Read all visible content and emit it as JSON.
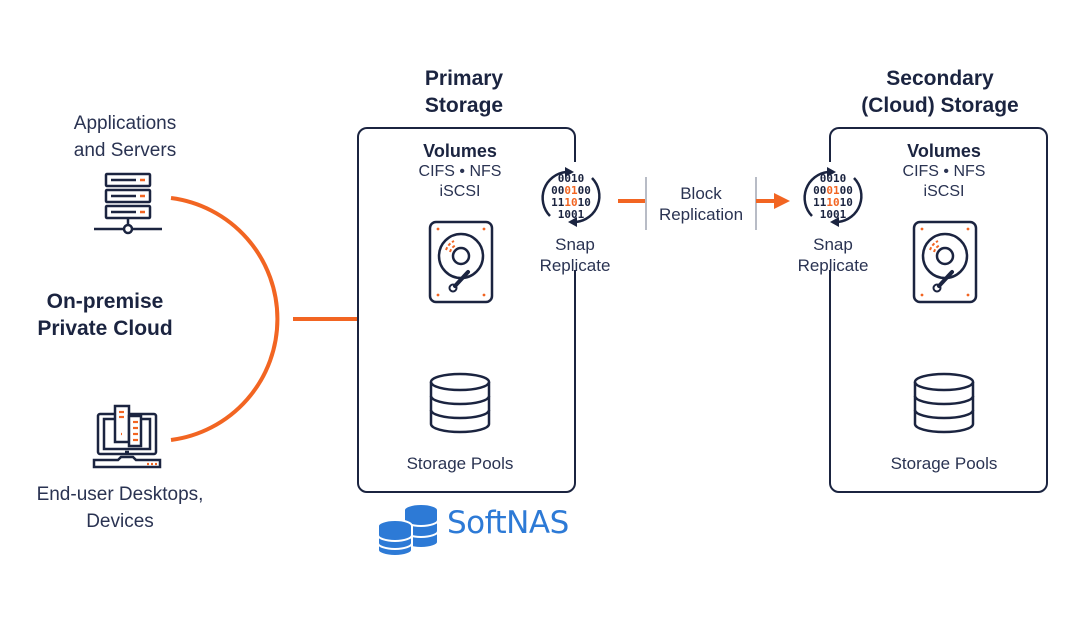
{
  "colors": {
    "navy": "#1b2440",
    "orange": "#f26522",
    "grey_divider": "#b8bcc6",
    "brand_blue": "#2d7ad6"
  },
  "left": {
    "servers": {
      "label_line1": "Applications",
      "label_line2": "and Servers",
      "icon": "server-rack-icon"
    },
    "cloud": {
      "line1": "On-premise",
      "line2": "Private Cloud"
    },
    "desktops": {
      "label_line1": "End-user Desktops,",
      "label_line2": "Devices",
      "icon": "desktop-devices-icon"
    }
  },
  "primary": {
    "title_line1": "Primary",
    "title_line2": "Storage",
    "volumes_title": "Volumes",
    "volumes_protocols": "CIFS • NFS",
    "volumes_protocols2": "iSCSI",
    "disk_icon": "hard-disk-icon",
    "pools_icon": "database-icon",
    "pools_label": "Storage Pools"
  },
  "snap_primary": {
    "line1": "Snap",
    "line2": "Replicate",
    "icon": "binary-sync-icon",
    "bits": [
      "0010",
      "000100",
      "111010",
      "1001"
    ]
  },
  "replication": {
    "line1": "Block",
    "line2": "Replication"
  },
  "snap_secondary": {
    "line1": "Snap",
    "line2": "Replicate",
    "icon": "binary-sync-icon",
    "bits": [
      "0010",
      "000100",
      "111010",
      "1001"
    ]
  },
  "secondary": {
    "title_line1": "Secondary",
    "title_line2": "(Cloud) Storage",
    "volumes_title": "Volumes",
    "volumes_protocols": "CIFS • NFS",
    "volumes_protocols2": "iSCSI",
    "disk_icon": "hard-disk-icon",
    "pools_icon": "database-icon",
    "pools_label": "Storage Pools"
  },
  "logo": {
    "text": "SoftNAS",
    "icon": "stacked-databases-icon"
  }
}
